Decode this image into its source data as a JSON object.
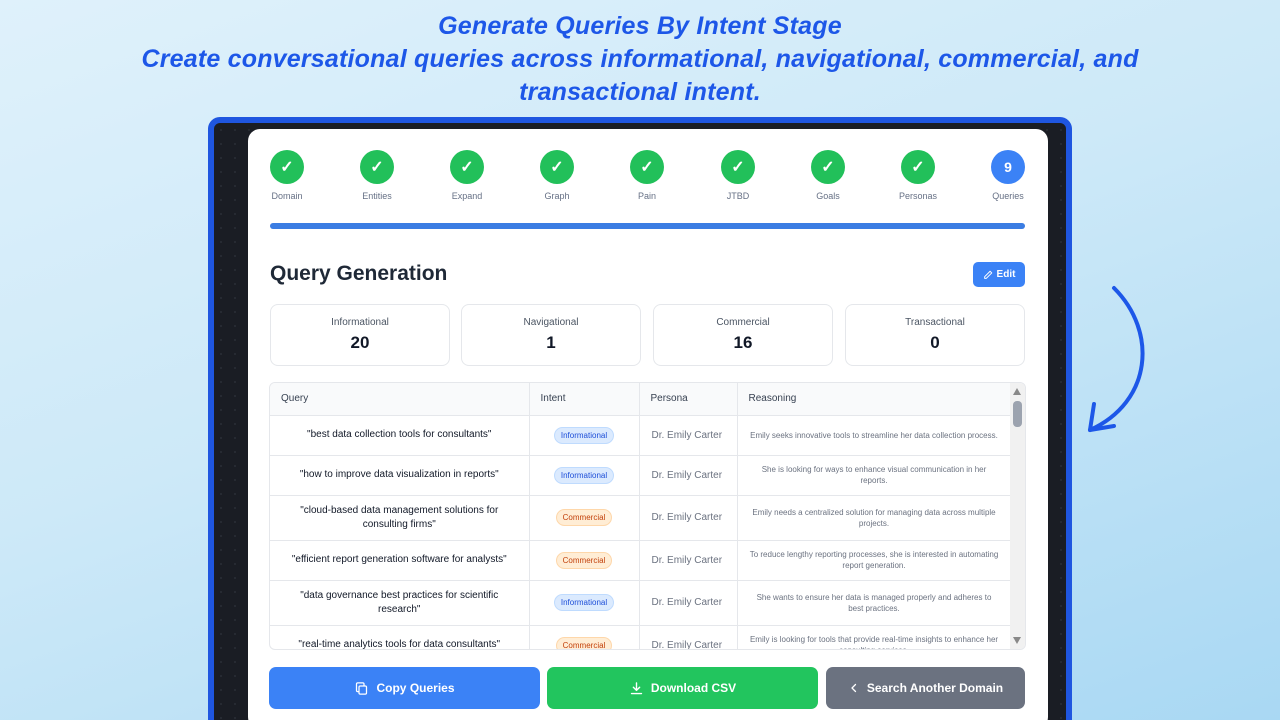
{
  "headline": {
    "title": "Generate Queries By Intent Stage",
    "subtitle": "Create conversational queries across informational, navigational, commercial, and transactional intent."
  },
  "stepper": {
    "steps": [
      {
        "label": "Domain",
        "mark": "✓"
      },
      {
        "label": "Entities",
        "mark": "✓"
      },
      {
        "label": "Expand",
        "mark": "✓"
      },
      {
        "label": "Graph",
        "mark": "✓"
      },
      {
        "label": "Pain",
        "mark": "✓"
      },
      {
        "label": "JTBD",
        "mark": "✓"
      },
      {
        "label": "Goals",
        "mark": "✓"
      },
      {
        "label": "Personas",
        "mark": "✓"
      },
      {
        "label": "Queries",
        "mark": "9"
      }
    ],
    "progress_fraction": 1.0
  },
  "page": {
    "title": "Query Generation",
    "edit_label": "Edit"
  },
  "stats": [
    {
      "label": "Informational",
      "value": "20"
    },
    {
      "label": "Navigational",
      "value": "1"
    },
    {
      "label": "Commercial",
      "value": "16"
    },
    {
      "label": "Transactional",
      "value": "0"
    }
  ],
  "table": {
    "headers": [
      "Query",
      "Intent",
      "Persona",
      "Reasoning"
    ],
    "rows": [
      {
        "query": "\"best data collection tools for consultants\"",
        "intent": "Informational",
        "persona": "Dr. Emily Carter",
        "reasoning": "Emily seeks innovative tools to streamline her data collection process."
      },
      {
        "query": "\"how to improve data visualization in reports\"",
        "intent": "Informational",
        "persona": "Dr. Emily Carter",
        "reasoning": "She is looking for ways to enhance visual communication in her reports."
      },
      {
        "query": "\"cloud-based data management solutions for consulting firms\"",
        "intent": "Commercial",
        "persona": "Dr. Emily Carter",
        "reasoning": "Emily needs a centralized solution for managing data across multiple projects."
      },
      {
        "query": "\"efficient report generation software for analysts\"",
        "intent": "Commercial",
        "persona": "Dr. Emily Carter",
        "reasoning": "To reduce lengthy reporting processes, she is interested in automating report generation."
      },
      {
        "query": "\"data governance best practices for scientific research\"",
        "intent": "Informational",
        "persona": "Dr. Emily Carter",
        "reasoning": "She wants to ensure her data is managed properly and adheres to best practices."
      },
      {
        "query": "\"real-time analytics tools for data consultants\"",
        "intent": "Commercial",
        "persona": "Dr. Emily Carter",
        "reasoning": "Emily is looking for tools that provide real-time insights to enhance her consulting services."
      }
    ]
  },
  "actions": {
    "copy_label": "Copy Queries",
    "download_label": "Download CSV",
    "search_label": "Search Another Domain"
  },
  "colors": {
    "headline": "#1d57e8",
    "step_done": "#22c05a",
    "step_active": "#3b82f6",
    "frame_border": "#1f56e0"
  }
}
